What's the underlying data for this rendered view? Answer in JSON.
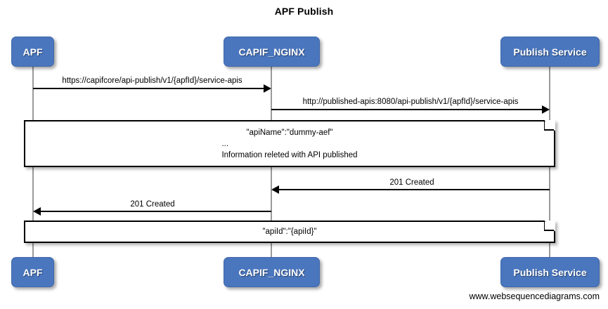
{
  "diagram": {
    "title": "APF Publish",
    "type": "sequence-diagram",
    "footer_credit": "www.websequencediagrams.com",
    "participants": [
      {
        "id": "apf",
        "label": "APF"
      },
      {
        "id": "capif_nginx",
        "label": "CAPIF_NGINX"
      },
      {
        "id": "publish_service",
        "label": "Publish Service"
      }
    ],
    "messages": [
      {
        "id": "m1",
        "label": "https://capifcore/api-publish/v1/{apfId}/service-apis",
        "from": "apf",
        "to": "capif_nginx",
        "direction": "right"
      },
      {
        "id": "m2",
        "label": "http://published-apis:8080/api-publish/v1/{apfId}/service-apis",
        "from": "capif_nginx",
        "to": "publish_service",
        "direction": "right"
      },
      {
        "id": "m3",
        "label": "201 Created",
        "from": "publish_service",
        "to": "capif_nginx",
        "direction": "left"
      },
      {
        "id": "m4",
        "label": "201 Created",
        "from": "capif_nginx",
        "to": "apf",
        "direction": "left"
      }
    ],
    "notes": [
      {
        "id": "note1",
        "lines": [
          "\"apiName\":\"dummy-aef\"",
          "...",
          "Information releted with API published"
        ]
      },
      {
        "id": "note2",
        "lines": [
          "\"apiId\":\"{apiId}\""
        ]
      }
    ],
    "colors": {
      "participant_fill": "#4a76be",
      "participant_text": "#ffffff",
      "lifeline": "#9a9a9a",
      "arrow": "#000000",
      "note_fill": "#ffffff",
      "note_border": "#000000",
      "background": "#ffffff"
    }
  }
}
